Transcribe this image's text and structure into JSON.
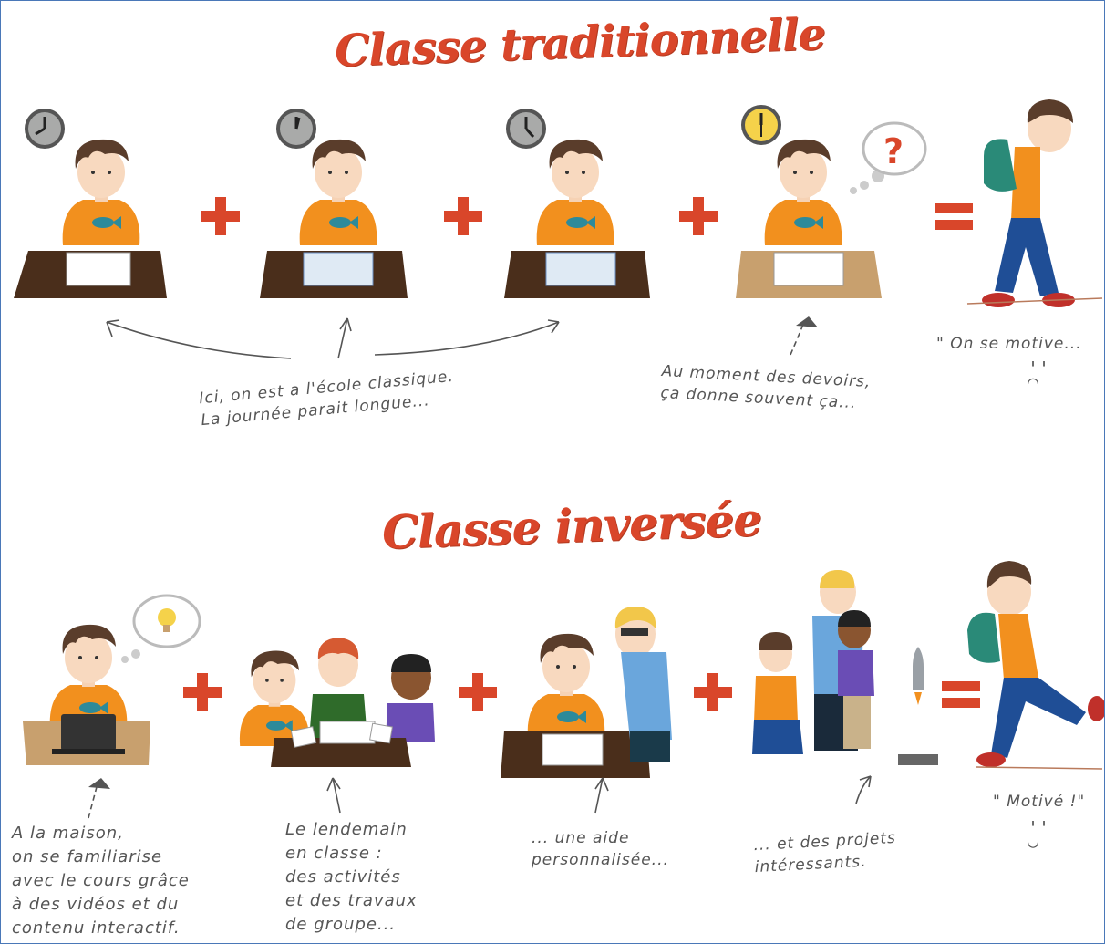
{
  "sections": {
    "traditional": {
      "title": "Classe traditionnelle",
      "note_left": "Ici, on est a l'école classique.\nLa journée parait longue...",
      "note_right": "Au moment des devoirs,\nça donne souvent ça...",
      "result_quote": "\" On se motive...",
      "result_face": "''\n⌒"
    },
    "flipped": {
      "title": "Classe inversée",
      "note_1": "A la maison,\non se familiarise\navec le cours grâce\nà des vidéos et du\ncontenu interactif.",
      "note_2": "Le lendemain\nen classe :\ndes activités\net des travaux\nde groupe...",
      "note_3": "... une aide\npersonnalisée...",
      "note_4": "... et des projets\nintéressants.",
      "result_quote": "\" Motivé !\"",
      "result_face": "''\n◡"
    }
  },
  "colors": {
    "title": "#d9462a",
    "plus": "#d9462a",
    "shirt": "#f2901e",
    "desk_dark": "#4a2e1b",
    "desk_light": "#c8a06e",
    "hair": "#5a3d2b",
    "jeans": "#1f4e96",
    "shoes": "#c0302a",
    "backpack": "#2a8a78",
    "clock_grey": "#a9aaa9",
    "clock_yellow": "#f5d24a"
  },
  "icons": [
    "clock-icon",
    "plus-icon",
    "equals-icon",
    "question-bubble-icon",
    "lightbulb-bubble-icon",
    "laptop-icon",
    "rocket-icon"
  ]
}
